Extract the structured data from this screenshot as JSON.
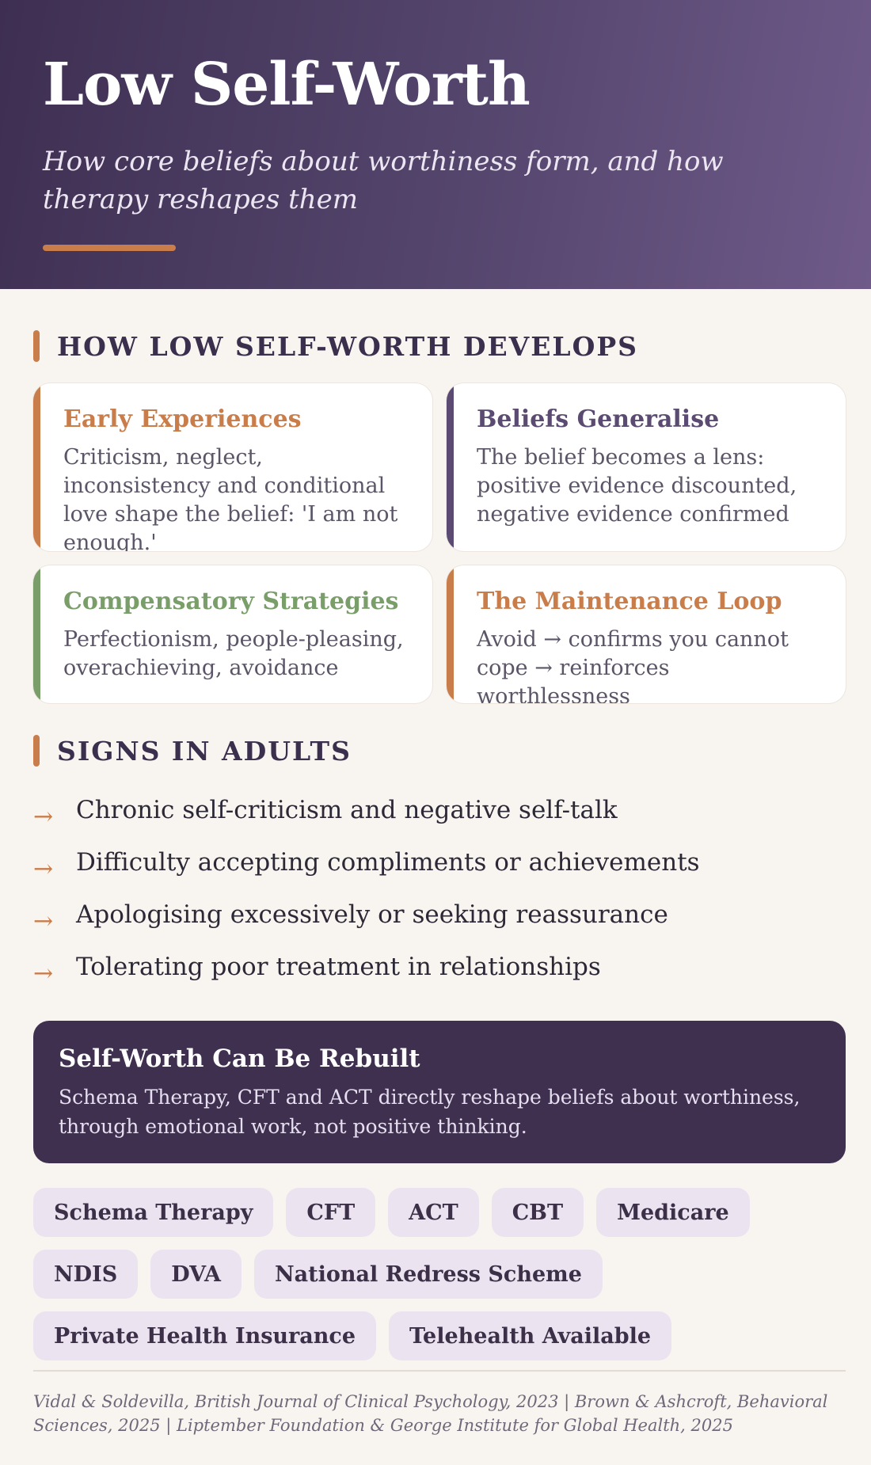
{
  "header": {
    "title": "Low Self-Worth",
    "subtitle": "How core beliefs about worthiness form, and how therapy reshapes them"
  },
  "develops": {
    "heading": "HOW LOW SELF-WORTH DEVELOPS",
    "cards": [
      {
        "title": "Early Experiences",
        "text": "Criticism, neglect, inconsistency and conditional love shape the belief: 'I am not enough.'",
        "accent": "#c97d4b"
      },
      {
        "title": "Beliefs Generalise",
        "text": "The belief becomes a lens: positive evidence discounted, negative evidence confirmed",
        "accent": "#5b4a72"
      },
      {
        "title": "Compensatory Strategies",
        "text": "Perfectionism, people-pleasing, overachieving, avoidance",
        "accent": "#7a9e6a"
      },
      {
        "title": "The Maintenance Loop",
        "text": "Avoid → confirms you cannot cope → reinforces worthlessness",
        "accent": "#c97d4b"
      }
    ]
  },
  "signs": {
    "heading": "SIGNS IN ADULTS",
    "arrow": "→",
    "items": [
      "Chronic self-criticism and negative self-talk",
      "Difficulty accepting compliments or achievements",
      "Apologising excessively or seeking reassurance",
      "Tolerating poor treatment in relationships"
    ]
  },
  "callout": {
    "title": "Self-Worth Can Be Rebuilt",
    "text": "Schema Therapy, CFT and ACT directly reshape beliefs about worthiness, through emotional work, not positive thinking."
  },
  "tags": [
    "Schema Therapy",
    "CFT",
    "ACT",
    "CBT",
    "Medicare",
    "NDIS",
    "DVA",
    "National Redress Scheme",
    "Private Health Insurance",
    "Telehealth Available"
  ],
  "references": "Vidal & Soldevilla, British Journal of Clinical Psychology, 2023 | Brown & Ashcroft, Behavioral Sciences, 2025 | Liptember Foundation & George Institute for Global Health, 2025"
}
